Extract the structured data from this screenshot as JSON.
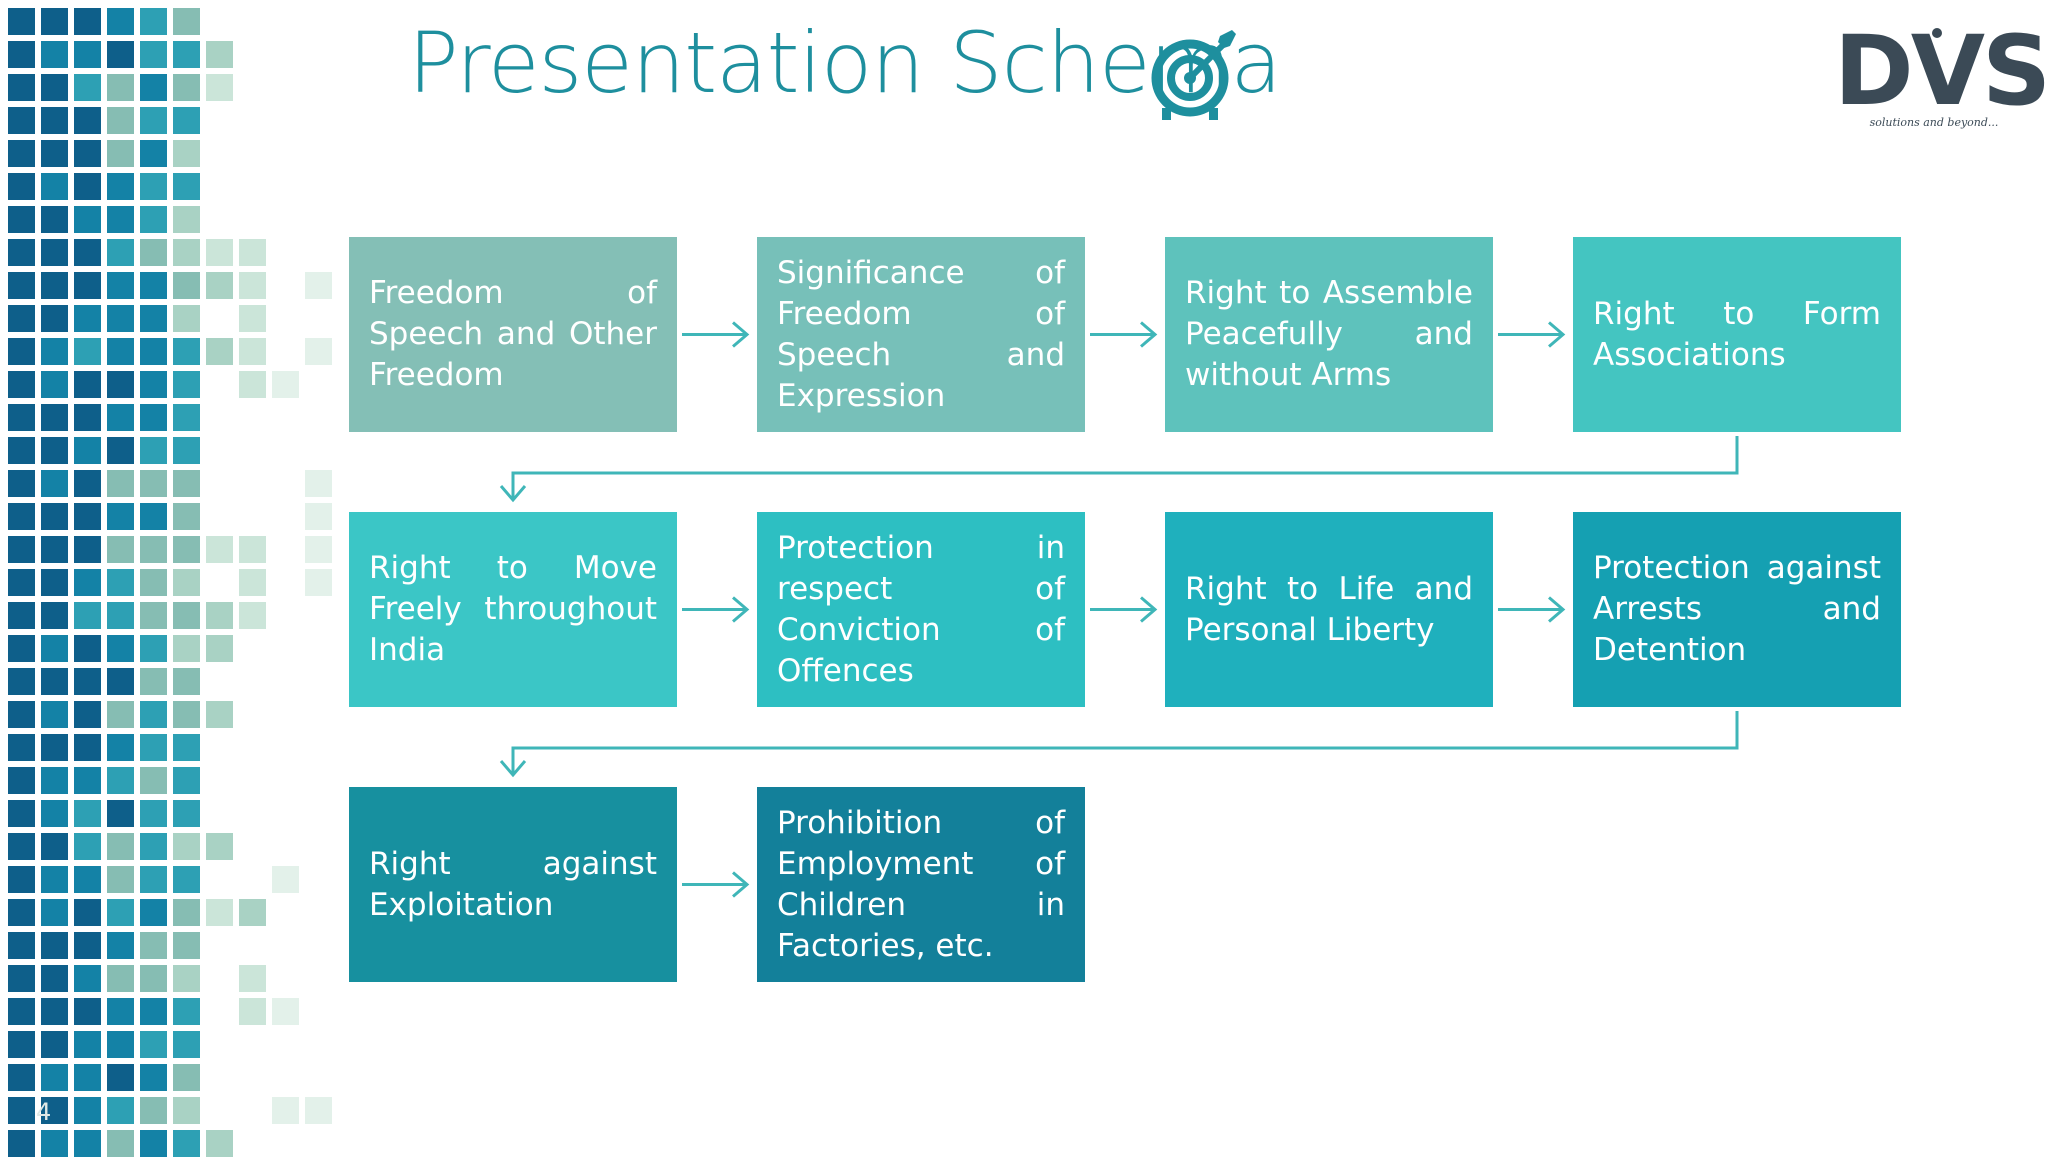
{
  "title": "Presentation Schema",
  "page_number": "4",
  "logo": {
    "name": "DVS",
    "tagline": "solutions and beyond..."
  },
  "colors": {
    "title": "#1e8f9e",
    "arrow": "#3fb6b8",
    "row1": [
      "#84bfb6",
      "#77c0b9",
      "#5ec2bc",
      "#44c5c1"
    ],
    "row2": [
      "#3bc6c6",
      "#2dbfc2",
      "#1fb0bd",
      "#15a0b2"
    ],
    "row3": [
      "#17909f",
      "#13809a"
    ]
  },
  "flow": [
    {
      "id": "b1",
      "label": "Freedom of Speech and Other Freedom",
      "row": 1,
      "col": 1
    },
    {
      "id": "b2",
      "label": "Significance of Freedom of Speech and Expression",
      "row": 1,
      "col": 2
    },
    {
      "id": "b3",
      "label": "Right to Assemble Peacefully and without Arms",
      "row": 1,
      "col": 3
    },
    {
      "id": "b4",
      "label": "Right to Form Associations",
      "row": 1,
      "col": 4
    },
    {
      "id": "b5",
      "label": "Right to Move Freely throughout India",
      "row": 2,
      "col": 1
    },
    {
      "id": "b6",
      "label": "Protection in respect of Conviction of Offences",
      "row": 2,
      "col": 2
    },
    {
      "id": "b7",
      "label": "Right to Life and Personal Liberty",
      "row": 2,
      "col": 3
    },
    {
      "id": "b8",
      "label": "Protection against Arrests and Detention",
      "row": 2,
      "col": 4
    },
    {
      "id": "b9",
      "label": "Right against Exploitation",
      "row": 3,
      "col": 1
    },
    {
      "id": "b10",
      "label": "Prohibition of Employment of Children in Factories, etc.",
      "row": 3,
      "col": 2
    }
  ]
}
